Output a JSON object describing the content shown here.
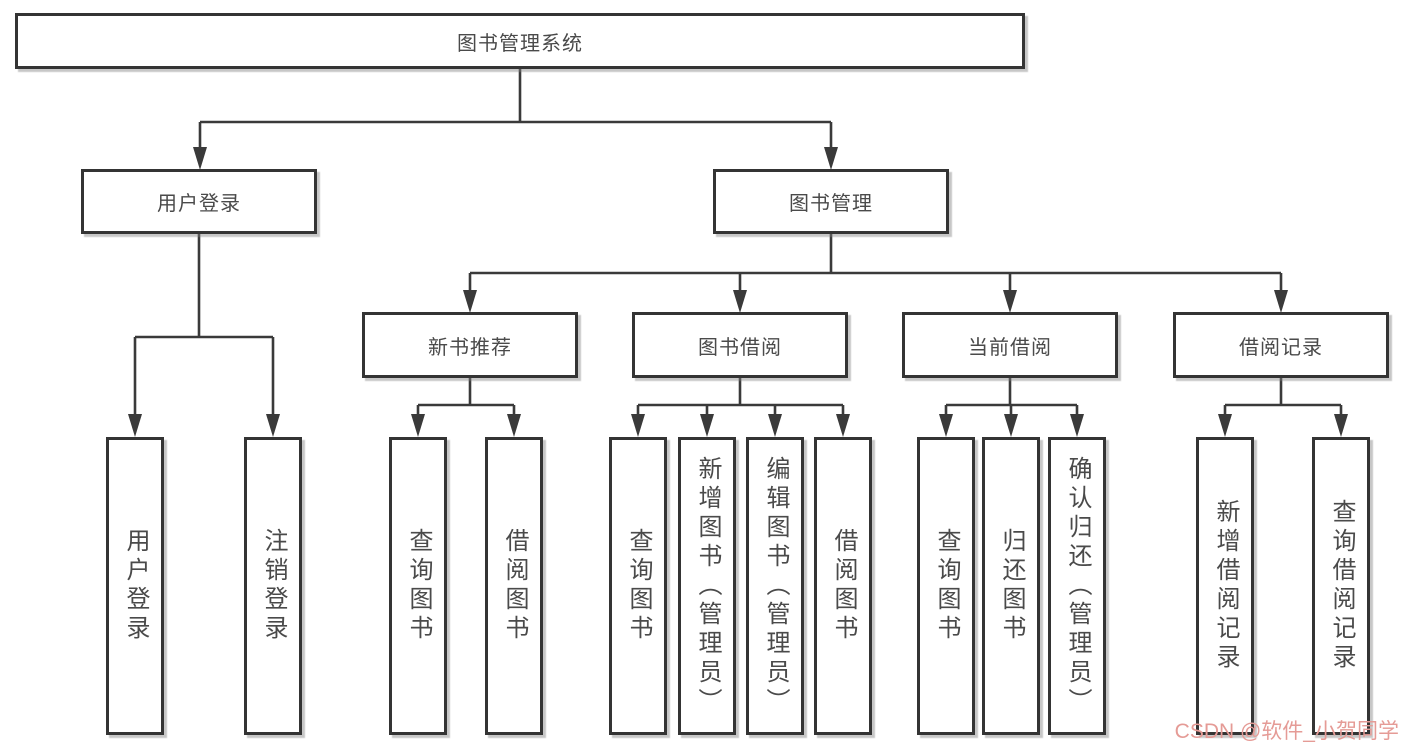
{
  "title": "图书管理系统",
  "tree": {
    "root": {
      "label": "图书管理系统"
    },
    "branches": [
      {
        "label": "用户登录",
        "children": [
          {
            "label": "用户登录"
          },
          {
            "label": "注销登录"
          }
        ]
      },
      {
        "label": "图书管理",
        "children": [
          {
            "label": "新书推荐",
            "children": [
              {
                "label": "查询图书"
              },
              {
                "label": "借阅图书"
              }
            ]
          },
          {
            "label": "图书借阅",
            "children": [
              {
                "label": "查询图书"
              },
              {
                "label": "新增图书（管理员）"
              },
              {
                "label": "编辑图书（管理员）"
              },
              {
                "label": "借阅图书"
              }
            ]
          },
          {
            "label": "当前借阅",
            "children": [
              {
                "label": "查询图书"
              },
              {
                "label": "归还图书"
              },
              {
                "label": "确认归还（管理员）"
              }
            ]
          },
          {
            "label": "借阅记录",
            "children": [
              {
                "label": "新增借阅记录"
              },
              {
                "label": "查询借阅记录"
              }
            ]
          }
        ]
      }
    ]
  },
  "watermark": {
    "text": "CSDN @软件_小贺同学",
    "color": "#e59b96"
  },
  "colors": {
    "line": "#3a3a3a",
    "box_border": "#343434",
    "box_fill": "#ffffff",
    "text": "#4a4a4a",
    "background": "#ffffff"
  }
}
